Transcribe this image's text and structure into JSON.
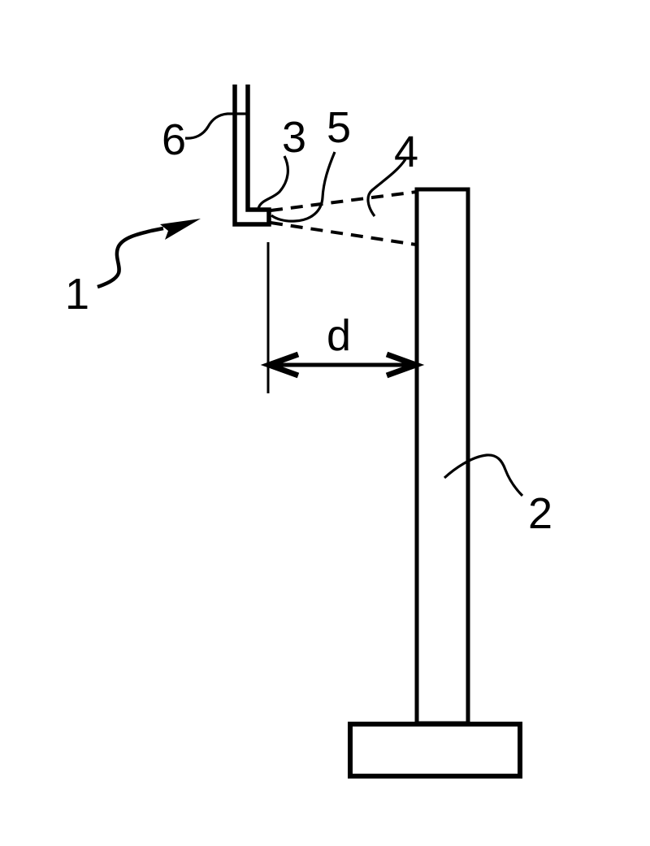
{
  "colors": {
    "background": "#ffffff",
    "ink": "#000000"
  },
  "labels": {
    "ref_1": "1",
    "ref_2": "2",
    "ref_3": "3",
    "ref_4": "4",
    "ref_5": "5",
    "ref_6": "6",
    "dimension_d": "d"
  }
}
